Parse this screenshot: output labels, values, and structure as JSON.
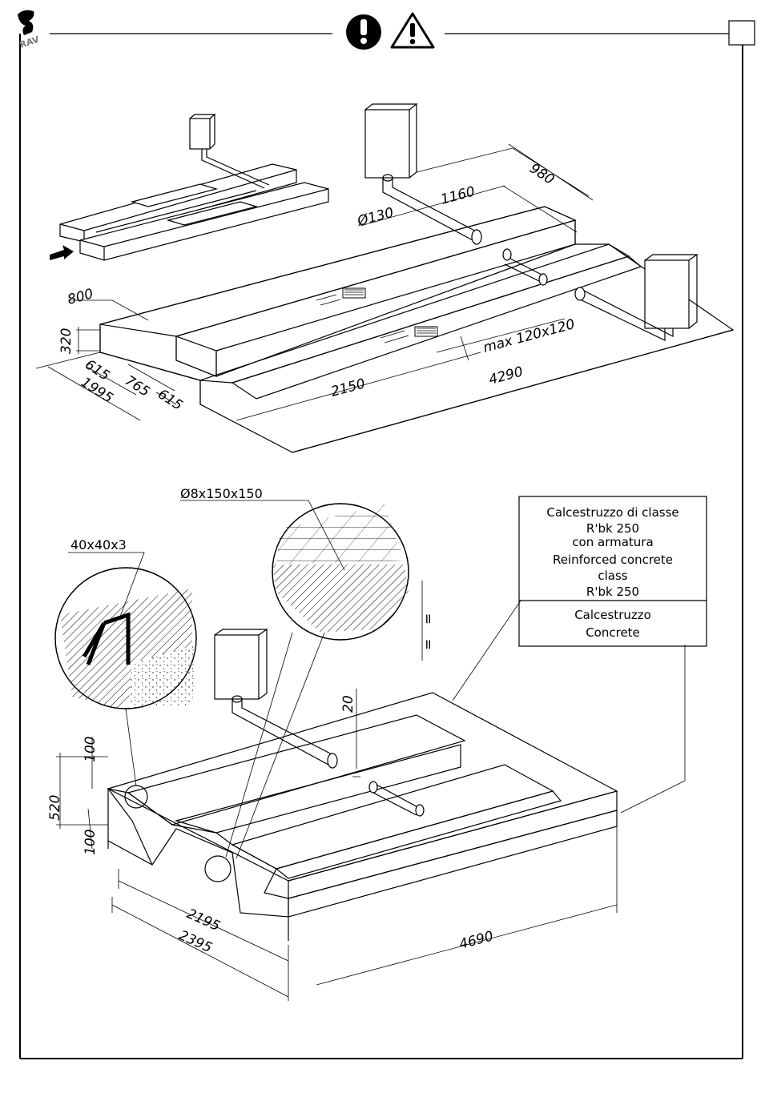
{
  "header": {
    "logo_text": "RAV",
    "mandatory_icon": "exclamation-circle-icon",
    "warning_icon": "warning-triangle-icon"
  },
  "top_diagram": {
    "dim_980": "980",
    "dim_1160": "1160",
    "dim_dia130": "Ø130",
    "dim_800": "800",
    "dim_320": "320",
    "dim_615a": "615",
    "dim_765": "765",
    "dim_1995": "1995",
    "dim_615b": "615",
    "dim_2150": "2150",
    "dim_4290": "4290",
    "dim_max": "max 120x120"
  },
  "bottom_diagram": {
    "mesh_label": "Ø8x150x150",
    "angle_label": "40x40x3",
    "dim_20": "20",
    "dim_100a": "100",
    "dim_520": "520",
    "dim_100b": "100",
    "dim_2195": "2195",
    "dim_2395": "2395",
    "dim_4690": "4690",
    "eq1": "=",
    "eq2": "=",
    "legend": {
      "reinforced": [
        "Calcestruzzo di classe",
        "R'bk 250",
        "con armatura",
        "Reinforced concrete",
        "class",
        "R'bk 250"
      ],
      "concrete": [
        "Calcestruzzo",
        "Concrete"
      ]
    }
  }
}
